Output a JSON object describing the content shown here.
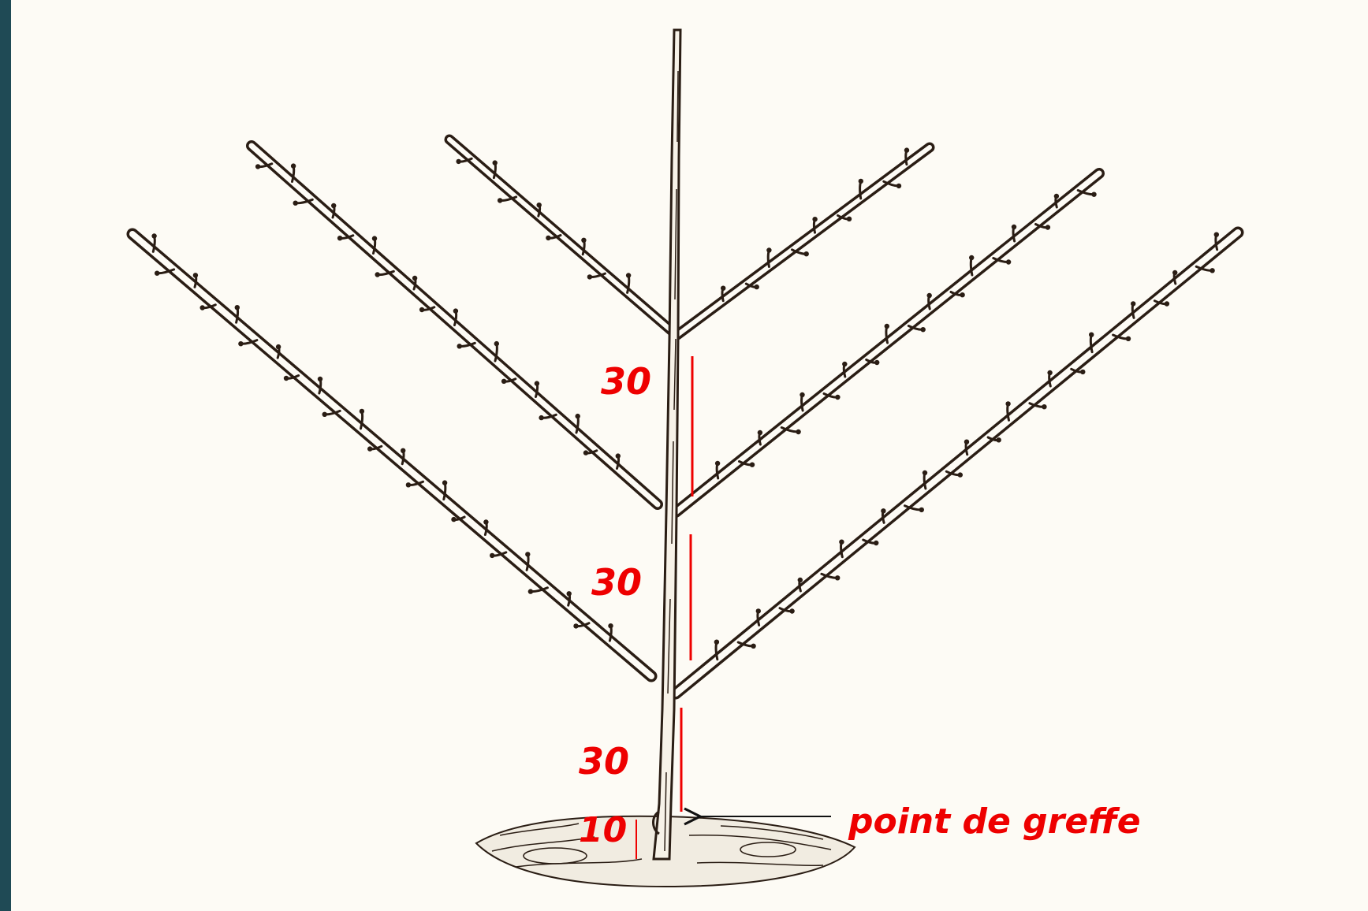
{
  "diagram": {
    "measures": [
      {
        "id": "m1",
        "text": "30"
      },
      {
        "id": "m2",
        "text": "30"
      },
      {
        "id": "m3",
        "text": "30"
      },
      {
        "id": "m4",
        "text": "10"
      }
    ],
    "graft_label": "point de greffe",
    "colors": {
      "background": "#fdfbf5",
      "border": "#1f4a55",
      "ink": "#2a1d14",
      "measure": "#ee0000"
    }
  }
}
